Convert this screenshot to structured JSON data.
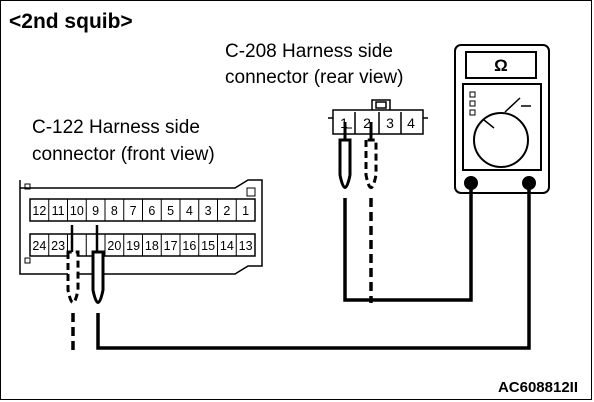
{
  "header": {
    "title": "<2nd squib>"
  },
  "c208": {
    "line1": "C-208 Harness side",
    "line2": "connector (rear view)",
    "pins": [
      "1",
      "2",
      "3",
      "4"
    ]
  },
  "c122": {
    "line1": "C-122 Harness side",
    "line2": "connector (front view)",
    "top_row": [
      "12",
      "11",
      "10",
      "9",
      "8",
      "7",
      "6",
      "5",
      "4",
      "3",
      "2",
      "1"
    ],
    "bottom_row": [
      "24",
      "23",
      "",
      "",
      "20",
      "19",
      "18",
      "17",
      "16",
      "15",
      "14",
      "13"
    ]
  },
  "meter": {
    "symbol": "Ω",
    "icon": "ohmmeter-icon"
  },
  "figure_id": "AC608812II"
}
